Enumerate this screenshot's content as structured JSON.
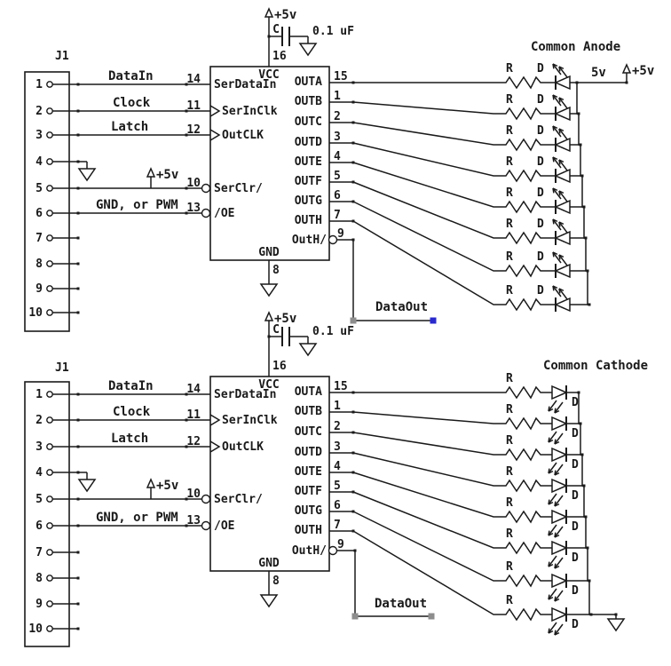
{
  "canvas": {
    "background": "#ffffff",
    "ink": "#1a1a1a",
    "marker_gray": "#8d8d8d",
    "marker_blue": "#2929cc"
  },
  "circuits": [
    {
      "title": "Common Anode",
      "connector": {
        "label": "J1",
        "pin_numbers": [
          "1",
          "2",
          "3",
          "4",
          "5",
          "6",
          "7",
          "8",
          "9",
          "10"
        ]
      },
      "supply": {
        "label": "+5v",
        "cap_ref": "C",
        "cap_value": "0.1 uF",
        "vcc_pin_number": "16",
        "gnd_pin_number": "8"
      },
      "chip": {
        "vcc_label": "VCC",
        "gnd_label": "GND",
        "inputs": [
          {
            "pin_number": "14",
            "pin_label": "SerDataIn",
            "signal": "DataIn"
          },
          {
            "pin_number": "11",
            "pin_label": "SerInClk",
            "signal": "Clock"
          },
          {
            "pin_number": "12",
            "pin_label": "OutCLK",
            "signal": "Latch"
          },
          {
            "pin_number": "10",
            "pin_label": "SerClr/",
            "signal": "+5v"
          },
          {
            "pin_number": "13",
            "pin_label": "/OE",
            "signal": "GND, or PWM"
          }
        ],
        "outputs": [
          {
            "pin_number": "15",
            "pin_label": "OUTA"
          },
          {
            "pin_number": "1",
            "pin_label": "OUTB"
          },
          {
            "pin_number": "2",
            "pin_label": "OUTC"
          },
          {
            "pin_number": "3",
            "pin_label": "OUTD"
          },
          {
            "pin_number": "4",
            "pin_label": "OUTE"
          },
          {
            "pin_number": "5",
            "pin_label": "OUTF"
          },
          {
            "pin_number": "6",
            "pin_label": "OUTG"
          },
          {
            "pin_number": "7",
            "pin_label": "OUTH"
          }
        ],
        "serial_out": {
          "pin_number": "9",
          "pin_label": "OutH/"
        }
      },
      "led_array": {
        "resistor_ref": "R",
        "diode_ref": "D"
      },
      "rail": {
        "type": "power",
        "voltage_label": "5v",
        "supply_label": "+5v"
      },
      "data_out": {
        "label": "DataOut",
        "marker": "blue"
      }
    },
    {
      "title": "Common Cathode",
      "connector": {
        "label": "J1",
        "pin_numbers": [
          "1",
          "2",
          "3",
          "4",
          "5",
          "6",
          "7",
          "8",
          "9",
          "10"
        ]
      },
      "supply": {
        "label": "+5v",
        "cap_ref": "C",
        "cap_value": "0.1 uF",
        "vcc_pin_number": "16",
        "gnd_pin_number": "8"
      },
      "chip": {
        "vcc_label": "VCC",
        "gnd_label": "GND",
        "inputs": [
          {
            "pin_number": "14",
            "pin_label": "SerDataIn",
            "signal": "DataIn"
          },
          {
            "pin_number": "11",
            "pin_label": "SerInClk",
            "signal": "Clock"
          },
          {
            "pin_number": "12",
            "pin_label": "OutCLK",
            "signal": "Latch"
          },
          {
            "pin_number": "10",
            "pin_label": "SerClr/",
            "signal": "+5v"
          },
          {
            "pin_number": "13",
            "pin_label": "/OE",
            "signal": "GND, or PWM"
          }
        ],
        "outputs": [
          {
            "pin_number": "15",
            "pin_label": "OUTA"
          },
          {
            "pin_number": "1",
            "pin_label": "OUTB"
          },
          {
            "pin_number": "2",
            "pin_label": "OUTC"
          },
          {
            "pin_number": "3",
            "pin_label": "OUTD"
          },
          {
            "pin_number": "4",
            "pin_label": "OUTE"
          },
          {
            "pin_number": "5",
            "pin_label": "OUTF"
          },
          {
            "pin_number": "6",
            "pin_label": "OUTG"
          },
          {
            "pin_number": "7",
            "pin_label": "OUTH"
          }
        ],
        "serial_out": {
          "pin_number": "9",
          "pin_label": "OutH/"
        }
      },
      "led_array": {
        "resistor_ref": "R",
        "diode_ref": "D"
      },
      "rail": {
        "type": "ground"
      },
      "data_out": {
        "label": "DataOut",
        "marker": "gray"
      }
    }
  ]
}
